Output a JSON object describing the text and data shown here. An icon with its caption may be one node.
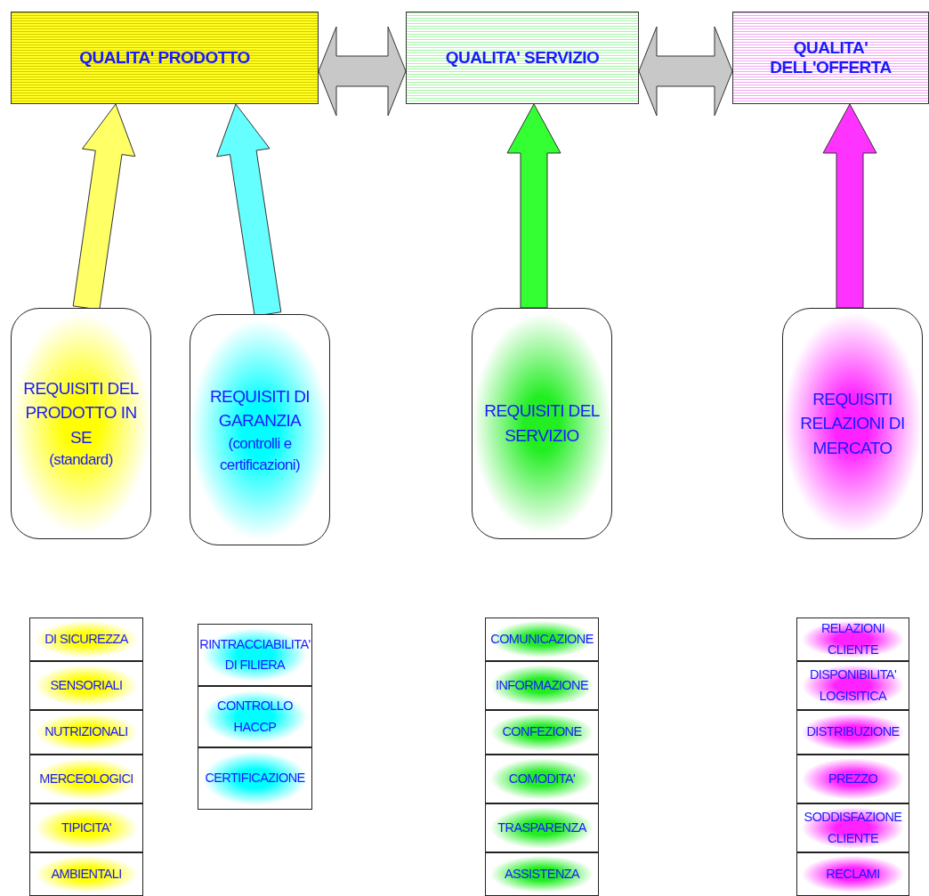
{
  "diagram": {
    "nodes": [
      {
        "text": [
          "QUALITA' PRODOTTO"
        ]
      },
      {
        "text": [
          "QUALITA' SERVIZIO"
        ]
      },
      {
        "text": [
          "QUALITA' DELL'OFFERTA"
        ]
      },
      {
        "text": [
          "REQUISITI DEL PRODOTTO IN SE",
          "(standard)"
        ]
      },
      {
        "text": [
          "REQUISITI DI GARANZIA",
          "(controlli e certificazioni)"
        ]
      },
      {
        "text": [
          "REQUISITI DEL SERVIZIO"
        ]
      },
      {
        "text": [
          "REQUISITI RELAZIONI DI MERCATO"
        ]
      },
      {
        "text": [
          "DI SICUREZZA"
        ]
      },
      {
        "text": [
          "SENSORIALI"
        ]
      },
      {
        "text": [
          "NUTRIZIONALI"
        ]
      },
      {
        "text": [
          "MERCEOLOGICI"
        ]
      },
      {
        "text": [
          "TIPICITA'"
        ]
      },
      {
        "text": [
          "AMBIENTALI"
        ]
      },
      {
        "text": [
          "RINTRACCIABILITA' DI FILIERA"
        ]
      },
      {
        "text": [
          "CONTROLLO HACCP"
        ]
      },
      {
        "text": [
          "CERTIFICAZIONE"
        ]
      },
      {
        "text": [
          "COMUNICAZIONE"
        ]
      },
      {
        "text": [
          "INFORMAZIONE"
        ]
      },
      {
        "text": [
          "CONFEZIONE"
        ]
      },
      {
        "text": [
          "COMODITA'"
        ]
      },
      {
        "text": [
          "TRASPARENZA"
        ]
      },
      {
        "text": [
          "ASSISTENZA"
        ]
      },
      {
        "text": [
          "RELAZIONI CLIENTE"
        ]
      },
      {
        "text": [
          "DISPONIBILITA' LOGISITICA"
        ]
      },
      {
        "text": [
          "DISTRIBUZIONE"
        ]
      },
      {
        "text": [
          "PREZZO"
        ]
      },
      {
        "text": [
          "SODDISFAZIONE CLIENTE"
        ]
      },
      {
        "text": [
          "RECLAMI"
        ]
      }
    ],
    "edges": [
      {
        "from": 0,
        "to": 1,
        "arrow": "both",
        "style": "thick",
        "color": "#c8c8c8"
      },
      {
        "from": 1,
        "to": 2,
        "arrow": "both",
        "style": "thick",
        "color": "#c8c8c8"
      },
      {
        "from": 3,
        "to": 0,
        "arrow": "to",
        "style": "thick",
        "color": "#ffff66"
      },
      {
        "from": 4,
        "to": 0,
        "arrow": "to",
        "style": "thick",
        "color": "#66ffff"
      },
      {
        "from": 5,
        "to": 1,
        "arrow": "to",
        "style": "thick",
        "color": "#33ff33"
      },
      {
        "from": 6,
        "to": 2,
        "arrow": "to",
        "style": "thick",
        "color": "#ff33ff"
      }
    ]
  }
}
